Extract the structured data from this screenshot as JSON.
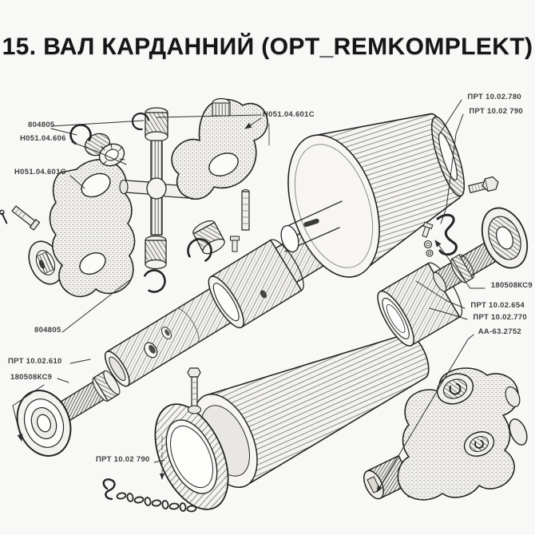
{
  "title": "15. ВАЛ КАРДАННИЙ (OPT_REMKOMPLEKT)",
  "colors": {
    "background": "#f8f8f6",
    "ink": "#242424",
    "label_text": "#3d3d3d",
    "title_text": "#161616"
  },
  "diagram": {
    "labels": [
      {
        "id": "snap-ring-upper",
        "text": "804805"
      },
      {
        "id": "bearing-cup-upper",
        "text": "H051.04.606"
      },
      {
        "id": "yoke-left",
        "text": "H051.04.601C"
      },
      {
        "id": "yoke-right",
        "text": "H051.04.601C"
      },
      {
        "id": "guard-cone-big",
        "text": "ПРТ 10.02.780"
      },
      {
        "id": "guard-ring-top",
        "text": "ПРТ 10.02 790"
      },
      {
        "id": "bearing-right",
        "text": "180508КС9"
      },
      {
        "id": "sleeve-right",
        "text": "ПРТ 10.02.654"
      },
      {
        "id": "collar-right",
        "text": "ПРТ 10.02.770"
      },
      {
        "id": "joint-assembled",
        "text": "АА-63.2752"
      },
      {
        "id": "snap-ring-lower",
        "text": "804805"
      },
      {
        "id": "splined-shaft-left",
        "text": "ПРТ 10.02.610"
      },
      {
        "id": "bearing-left",
        "text": "180508КС9"
      },
      {
        "id": "guard-ring-bottom",
        "text": "ПРТ 10.02 790"
      }
    ]
  }
}
